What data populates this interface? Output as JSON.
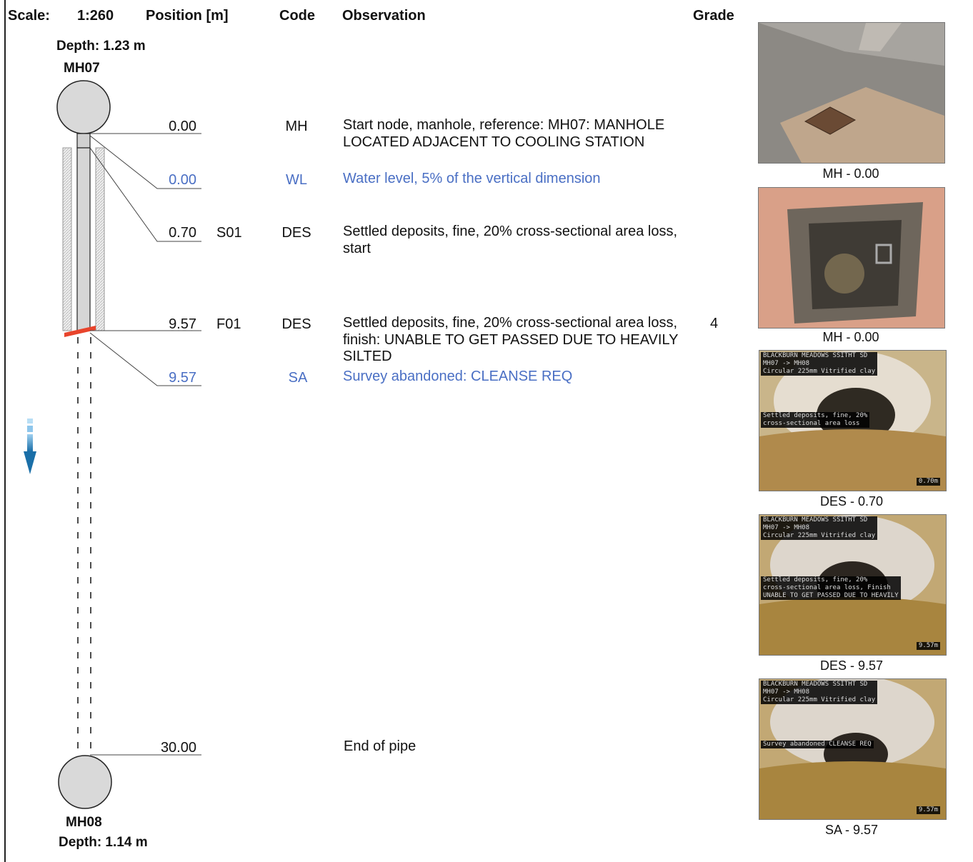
{
  "header": {
    "scale_label": "Scale:",
    "scale_value": "1:260",
    "position_label": "Position [m]",
    "code_label": "Code",
    "observation_label": "Observation",
    "grade_label": "Grade"
  },
  "start_node": {
    "depth": "Depth: 1.23 m",
    "name": "MH07"
  },
  "end_node": {
    "depth": "Depth: 1.14 m",
    "name": "MH08"
  },
  "rows": [
    {
      "position": "0.00",
      "ref": "",
      "code": "MH",
      "observation": "Start node, manhole, reference: MH07: MANHOLE LOCATED ADJACENT TO COOLING STATION",
      "grade": "",
      "color": "#111111"
    },
    {
      "position": "0.00",
      "ref": "",
      "code": "WL",
      "observation": "Water level, 5% of the vertical dimension",
      "grade": "",
      "color": "#4a6fc4"
    },
    {
      "position": "0.70",
      "ref": "S01",
      "code": "DES",
      "observation": "Settled deposits, fine, 20% cross-sectional area loss, start",
      "grade": "",
      "color": "#111111"
    },
    {
      "position": "9.57",
      "ref": "F01",
      "code": "DES",
      "observation": "Settled deposits, fine, 20% cross-sectional area loss, finish: UNABLE TO GET PASSED DUE TO HEAVILY SILTED",
      "grade": "4",
      "color": "#111111"
    },
    {
      "position": "9.57",
      "ref": "",
      "code": "SA",
      "observation": "Survey abandoned: CLEANSE REQ",
      "grade": "",
      "color": "#4a6fc4"
    },
    {
      "position": "30.00",
      "ref": "",
      "code": "",
      "observation": "End of pipe",
      "grade": "",
      "color": "#111111"
    }
  ],
  "photos": [
    {
      "caption": "MH - 0.00",
      "icon": "manhole-cover-photo"
    },
    {
      "caption": "MH - 0.00",
      "icon": "manhole-interior-photo"
    },
    {
      "caption": "DES - 0.70",
      "icon": "cctv-pipe-photo",
      "overlay_top": [
        "BLACKBURN MEADOWS SSITHT SD",
        "MH07 -> MH08",
        "Circular 225mm Vitrified clay"
      ],
      "overlay_mid": [
        "Settled deposits, fine, 20%",
        "cross-sectional area loss"
      ],
      "counter": "0.70m"
    },
    {
      "caption": "DES - 9.57",
      "icon": "cctv-pipe-photo",
      "overlay_top": [
        "BLACKBURN MEADOWS SSITHT SD",
        "MH07 -> MH08",
        "Circular 225mm Vitrified clay"
      ],
      "overlay_mid": [
        "Settled deposits, fine, 20%",
        "cross-sectional area loss, Finish",
        "UNABLE TO GET PASSED DUE TO HEAVILY"
      ],
      "counter": "9.57m"
    },
    {
      "caption": "SA - 9.57",
      "icon": "cctv-pipe-photo",
      "overlay_top": [
        "BLACKBURN MEADOWS SSITHT SD",
        "MH07 -> MH08",
        "Circular 225mm Vitrified clay"
      ],
      "overlay_mid": [
        "Survey abandoned CLEANSE REQ"
      ],
      "counter": "9.57m"
    }
  ],
  "colors": {
    "text": "#111111",
    "continuous_defect": "#4a6fc4",
    "pipe_fill": "#d6d6d6",
    "defect_marker": "#e8442c",
    "flow_arrow": "#1a6fa8"
  },
  "flow_direction_icon": "down-arrow-icon"
}
